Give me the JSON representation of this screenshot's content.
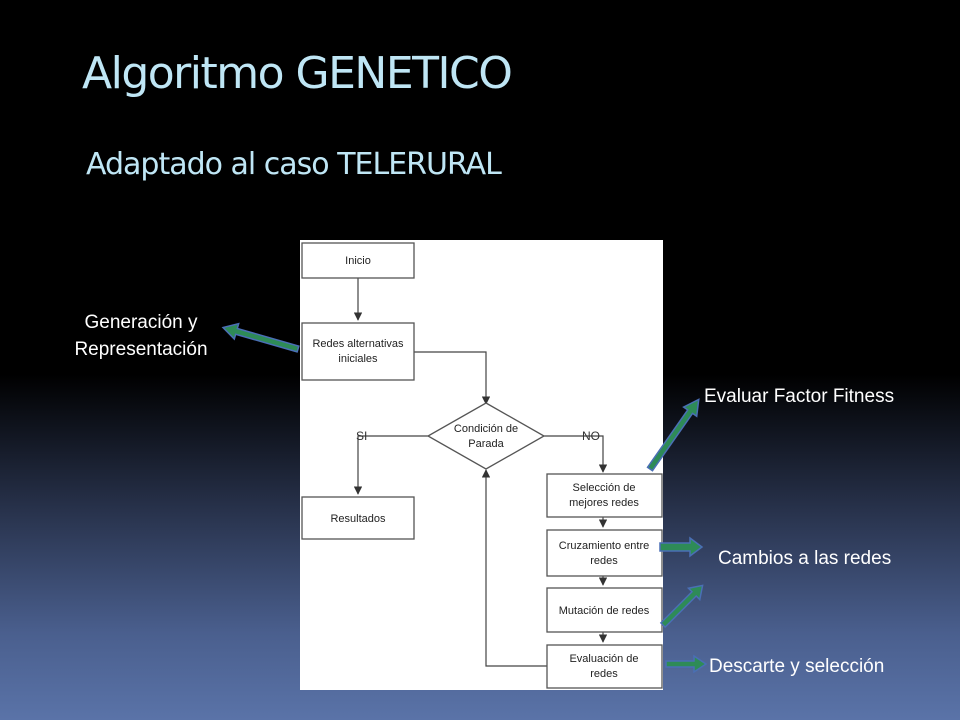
{
  "slide": {
    "title": "Algoritmo GENETICO",
    "subtitle": "Adaptado al caso TELERURAL"
  },
  "flowchart": {
    "start": "Inicio",
    "initial_networks": [
      "Redes alternativas",
      "iniciales"
    ],
    "stop_condition": [
      "Condición de",
      "Parada"
    ],
    "yes_label": "SI",
    "no_label": "NO",
    "results": "Resultados",
    "select_best": [
      "Selección de",
      "mejores redes"
    ],
    "crossover": [
      "Cruzamiento entre",
      "redes"
    ],
    "mutation": "Mutación de redes",
    "evaluation": [
      "Evaluación de",
      "redes"
    ]
  },
  "annotations": {
    "generation": [
      "Generación y",
      "Representación"
    ],
    "fitness": "Evaluar Factor Fitness",
    "changes": "Cambios a las redes",
    "discard": "Descarte y selección"
  },
  "colors": {
    "title_text": "#bfe6f5",
    "arrow_fill": "#2e8b57",
    "arrow_outline": "#4a6fb5",
    "panel": "#ffffff"
  }
}
